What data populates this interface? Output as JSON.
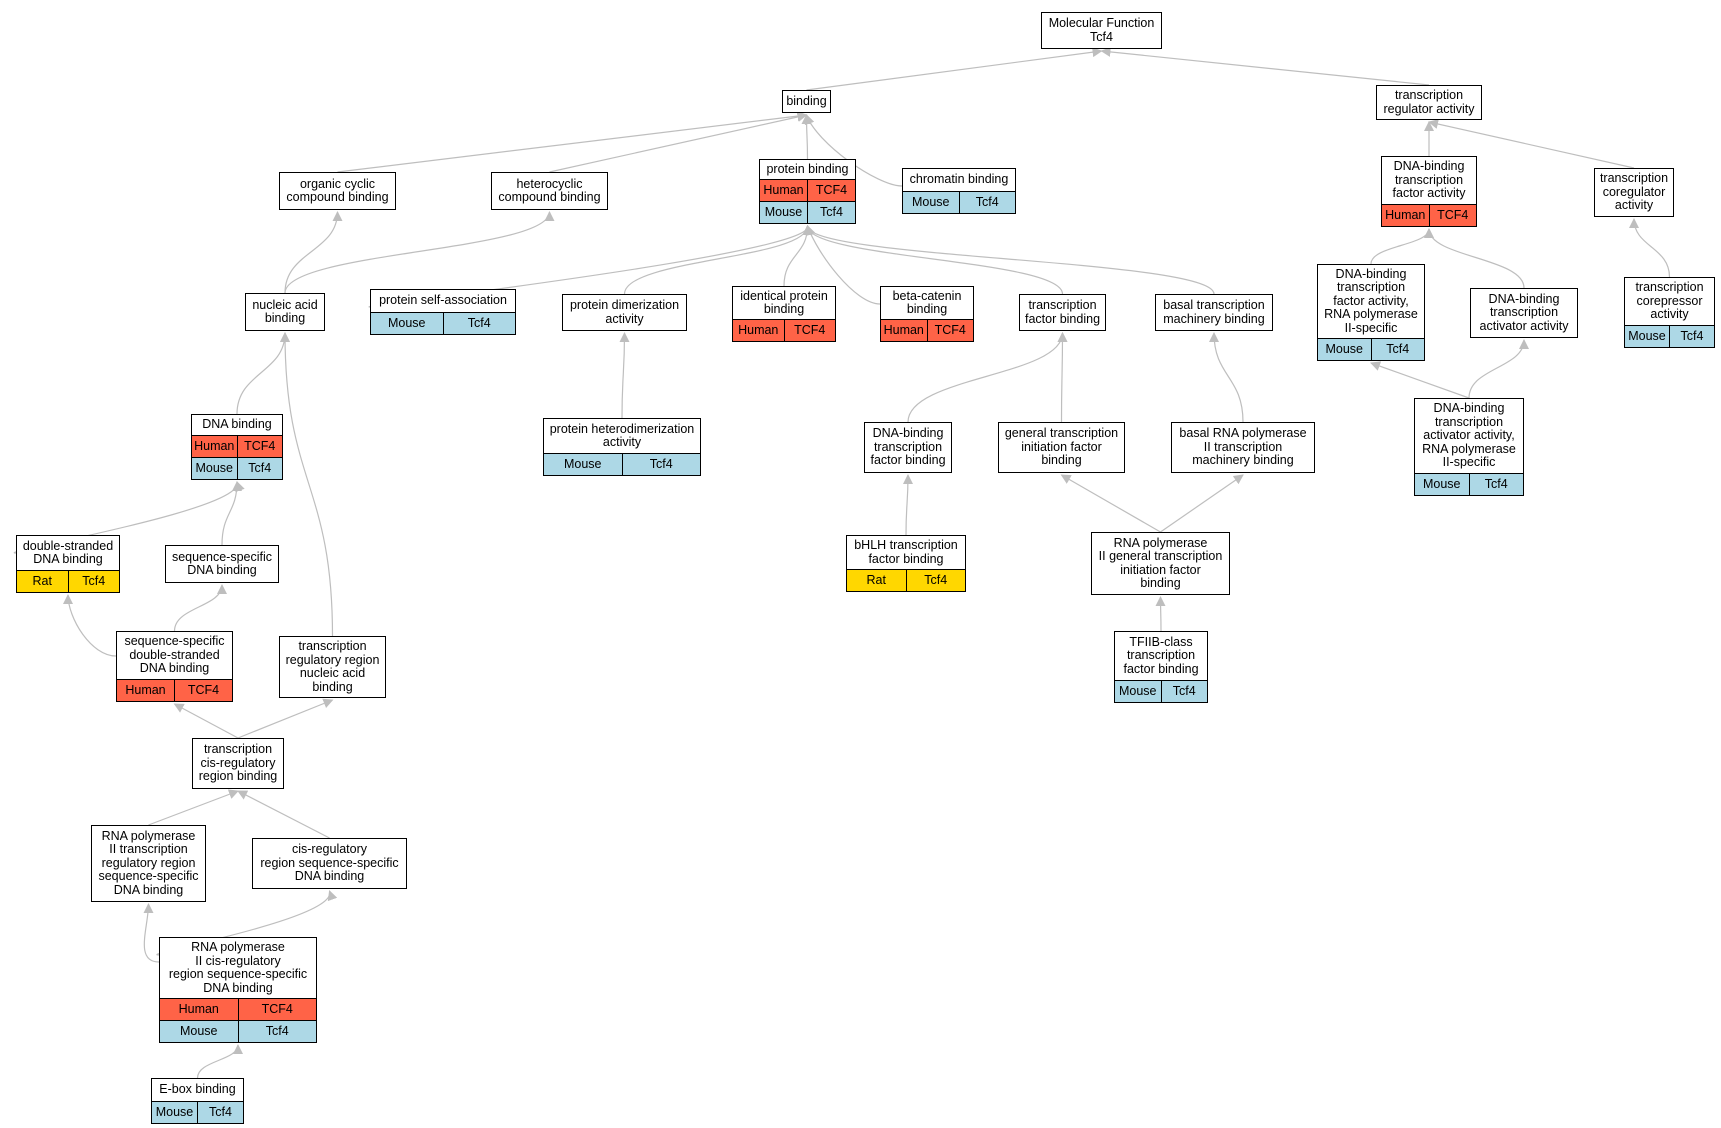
{
  "colors": {
    "Human": "#ff6347",
    "Mouse": "#add8e6",
    "Rat": "#ffd700",
    "edge": "#bebebe"
  },
  "nodes": [
    {
      "id": "mf",
      "label": "Molecular Function\nTcf4",
      "rows": []
    },
    {
      "id": "binding",
      "label": "binding",
      "rows": []
    },
    {
      "id": "trans_reg",
      "label": "transcription\nregulator activity",
      "rows": []
    },
    {
      "id": "organic",
      "label": "organic cyclic\ncompound binding",
      "rows": []
    },
    {
      "id": "hetero",
      "label": "heterocyclic\ncompound binding",
      "rows": []
    },
    {
      "id": "protein",
      "label": "protein binding",
      "rows": [
        {
          "species": "Human",
          "gene": "TCF4"
        },
        {
          "species": "Mouse",
          "gene": "Tcf4"
        }
      ]
    },
    {
      "id": "chromatin",
      "label": "chromatin binding",
      "rows": [
        {
          "species": "Mouse",
          "gene": "Tcf4"
        }
      ]
    },
    {
      "id": "dbtfa",
      "label": "DNA-binding\ntranscription\nfactor activity",
      "rows": [
        {
          "species": "Human",
          "gene": "TCF4"
        }
      ]
    },
    {
      "id": "coreg",
      "label": "transcription\ncoregulator\nactivity",
      "rows": []
    },
    {
      "id": "nucleic",
      "label": "nucleic acid\nbinding",
      "rows": []
    },
    {
      "id": "selfassoc",
      "label": "protein self-association",
      "rows": [
        {
          "species": "Mouse",
          "gene": "Tcf4"
        }
      ]
    },
    {
      "id": "dimer",
      "label": "protein dimerization\nactivity",
      "rows": []
    },
    {
      "id": "identical",
      "label": "identical protein\nbinding",
      "rows": [
        {
          "species": "Human",
          "gene": "TCF4"
        }
      ]
    },
    {
      "id": "betacat",
      "label": "beta-catenin\nbinding",
      "rows": [
        {
          "species": "Human",
          "gene": "TCF4"
        }
      ]
    },
    {
      "id": "tfbind",
      "label": "transcription\nfactor binding",
      "rows": []
    },
    {
      "id": "basal",
      "label": "basal transcription\nmachinery binding",
      "rows": []
    },
    {
      "id": "dbtfa_pol2",
      "label": "DNA-binding\ntranscription\nfactor activity,\nRNA polymerase\nII-specific",
      "rows": [
        {
          "species": "Mouse",
          "gene": "Tcf4"
        }
      ]
    },
    {
      "id": "dbtaa",
      "label": "DNA-binding\ntranscription\nactivator activity",
      "rows": []
    },
    {
      "id": "corepress",
      "label": "transcription\ncorepressor\nactivity",
      "rows": [
        {
          "species": "Mouse",
          "gene": "Tcf4"
        }
      ]
    },
    {
      "id": "dna",
      "label": "DNA binding",
      "rows": [
        {
          "species": "Human",
          "gene": "TCF4"
        },
        {
          "species": "Mouse",
          "gene": "Tcf4"
        }
      ]
    },
    {
      "id": "heterodimer",
      "label": "protein heterodimerization\nactivity",
      "rows": [
        {
          "species": "Mouse",
          "gene": "Tcf4"
        }
      ]
    },
    {
      "id": "dbtfb",
      "label": "DNA-binding\ntranscription\nfactor binding",
      "rows": []
    },
    {
      "id": "gtif",
      "label": "general transcription\ninitiation factor\nbinding",
      "rows": []
    },
    {
      "id": "basal_pol2",
      "label": "basal RNA polymerase\nII transcription\nmachinery binding",
      "rows": []
    },
    {
      "id": "dbtaa_pol2",
      "label": "DNA-binding\ntranscription\nactivator activity,\nRNA polymerase\nII-specific",
      "rows": [
        {
          "species": "Mouse",
          "gene": "Tcf4"
        }
      ]
    },
    {
      "id": "dsdna",
      "label": "double-stranded\nDNA binding",
      "rows": [
        {
          "species": "Rat",
          "gene": "Tcf4"
        }
      ]
    },
    {
      "id": "ssdna",
      "label": "sequence-specific\nDNA binding",
      "rows": []
    },
    {
      "id": "bhlh",
      "label": "bHLH transcription\nfactor binding",
      "rows": [
        {
          "species": "Rat",
          "gene": "Tcf4"
        }
      ]
    },
    {
      "id": "pol2gtif",
      "label": "RNA polymerase\nII general transcription\ninitiation factor\nbinding",
      "rows": []
    },
    {
      "id": "ssdsdna",
      "label": "sequence-specific\ndouble-stranded\nDNA binding",
      "rows": [
        {
          "species": "Human",
          "gene": "TCF4"
        }
      ]
    },
    {
      "id": "trrna",
      "label": "transcription\nregulatory region\nnucleic acid\nbinding",
      "rows": []
    },
    {
      "id": "tfiib",
      "label": "TFIIB-class\ntranscription\nfactor binding",
      "rows": [
        {
          "species": "Mouse",
          "gene": "Tcf4"
        }
      ]
    },
    {
      "id": "tcrrb",
      "label": "transcription\ncis-regulatory\nregion binding",
      "rows": []
    },
    {
      "id": "pol2trr",
      "label": "RNA polymerase\nII transcription\nregulatory region\nsequence-specific\nDNA binding",
      "rows": []
    },
    {
      "id": "crrss",
      "label": "cis-regulatory\nregion sequence-specific\nDNA binding",
      "rows": []
    },
    {
      "id": "pol2crr",
      "label": "RNA polymerase\nII cis-regulatory\nregion sequence-specific\nDNA binding",
      "rows": [
        {
          "species": "Human",
          "gene": "TCF4"
        },
        {
          "species": "Mouse",
          "gene": "Tcf4"
        }
      ]
    },
    {
      "id": "ebox",
      "label": "E-box binding",
      "rows": [
        {
          "species": "Mouse",
          "gene": "Tcf4"
        }
      ]
    }
  ]
}
